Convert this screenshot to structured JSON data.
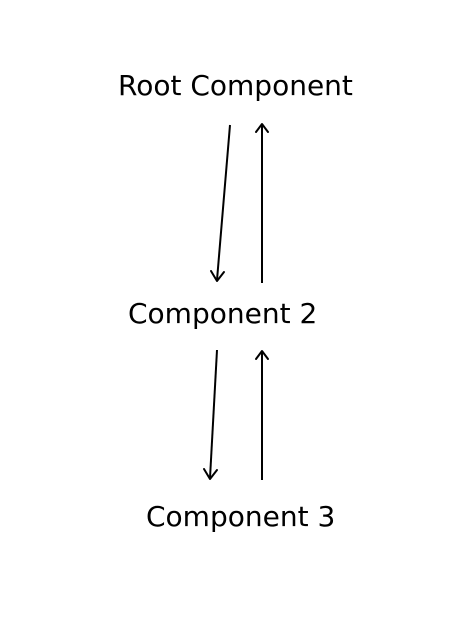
{
  "nodes": {
    "root": {
      "label": "Root Component"
    },
    "component2": {
      "label": "Component 2"
    },
    "component3": {
      "label": "Component 3"
    }
  },
  "edges": [
    {
      "from": "Root Component",
      "to": "Component 2"
    },
    {
      "from": "Component 2",
      "to": "Root Component"
    },
    {
      "from": "Component 2",
      "to": "Component 3"
    },
    {
      "from": "Component 3",
      "to": "Component 2"
    }
  ],
  "colors": {
    "background": "#ffffff",
    "ink": "#000000"
  }
}
